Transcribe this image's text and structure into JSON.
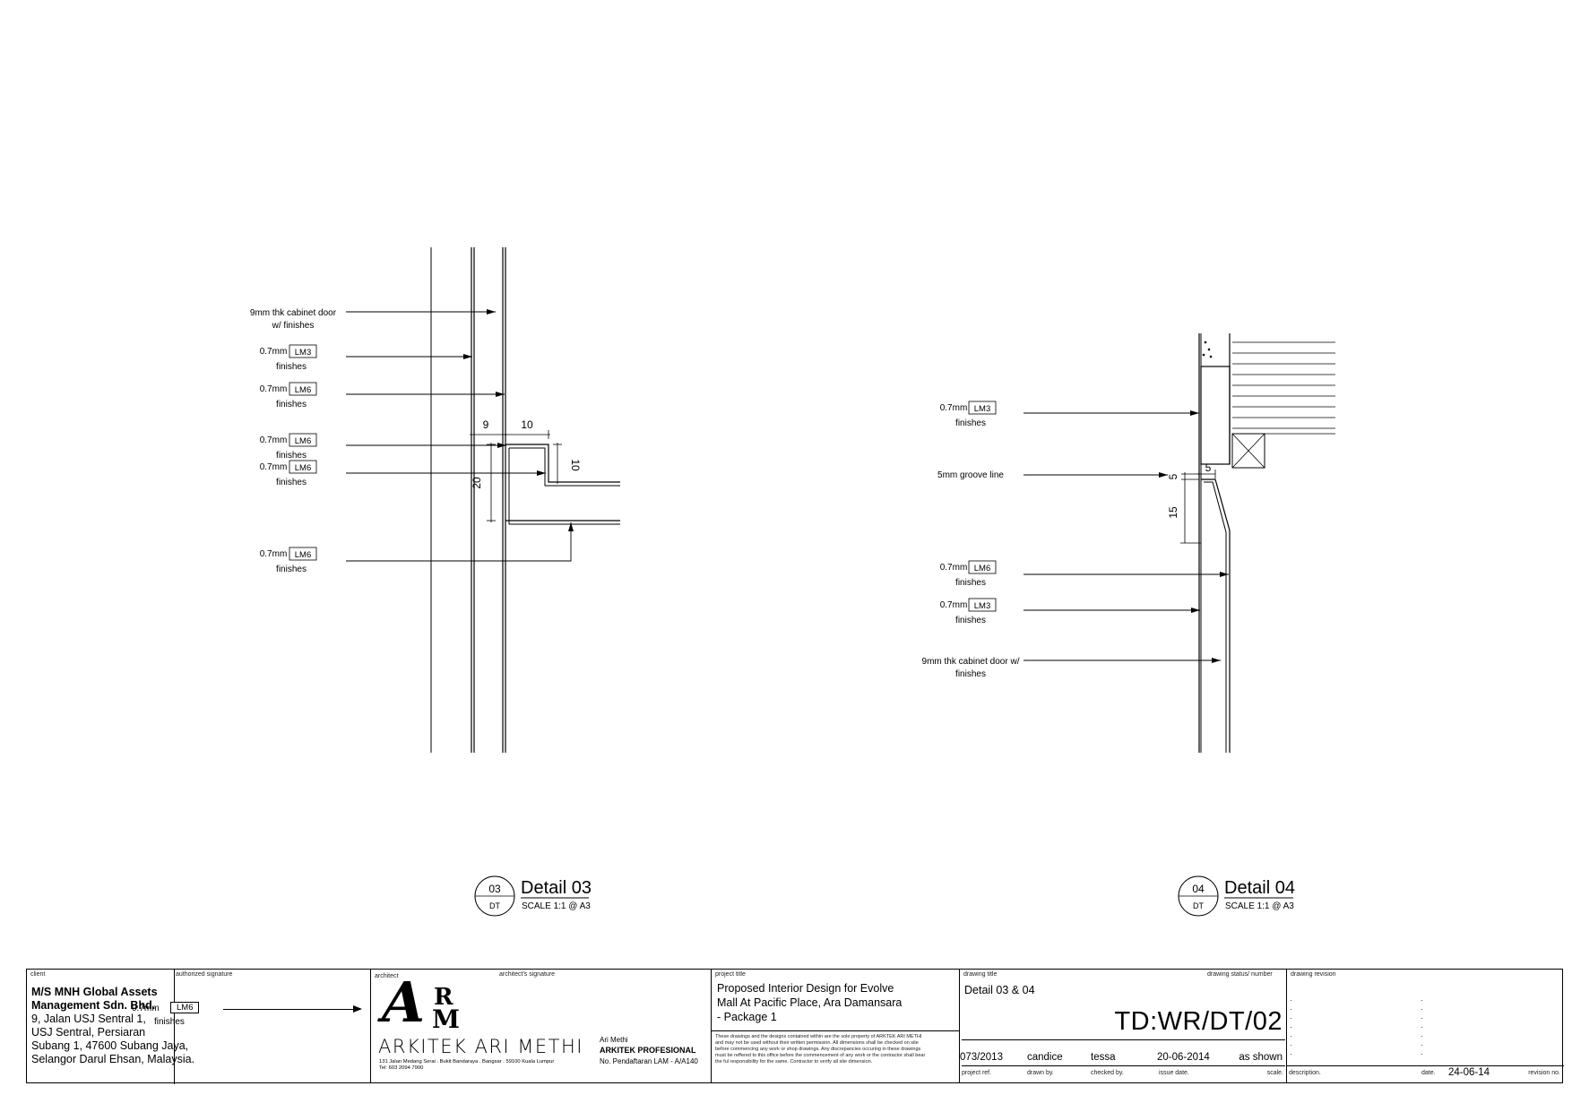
{
  "detail03": {
    "caption": "Detail 03",
    "circle_top": "03",
    "circle_bottom": "DT",
    "scale": "SCALE 1:1 @ A3",
    "callouts": [
      {
        "line1": "9mm thk cabinet door",
        "line2": "w/ finishes",
        "tag": ""
      },
      {
        "line1": "0.7mm",
        "line2": "finishes",
        "tag": "LM3"
      },
      {
        "line1": "0.7mm",
        "line2": "finishes",
        "tag": "LM6"
      },
      {
        "line1": "0.7mm",
        "line2": "finishes",
        "tag": "LM6"
      },
      {
        "line1": "0.7mm",
        "line2": "finishes",
        "tag": "LM6"
      },
      {
        "line1": "0.7mm",
        "line2": "finishes",
        "tag": "LM6"
      }
    ],
    "dimensions": [
      "9",
      "10",
      "10",
      "20"
    ]
  },
  "detail04": {
    "caption": "Detail 04",
    "circle_top": "04",
    "circle_bottom": "DT",
    "scale": "SCALE 1:1 @ A3",
    "callouts": [
      {
        "line1": "0.7mm",
        "line2": "finishes",
        "tag": "LM3"
      },
      {
        "line1": "5mm groove line",
        "line2": "",
        "tag": ""
      },
      {
        "line1": "0.7mm",
        "line2": "finishes",
        "tag": "LM6"
      },
      {
        "line1": "0.7mm",
        "line2": "finishes",
        "tag": "LM3"
      },
      {
        "line1": "9mm thk cabinet door w/",
        "line2": "finishes",
        "tag": ""
      }
    ],
    "dimensions": [
      "5",
      "5",
      "15"
    ]
  },
  "titleblock": {
    "labels": {
      "client": "client",
      "authorized_signature": "authorized signature",
      "architect": "architect",
      "architects_signature": "architect's signature",
      "project_title": "project title",
      "drawing_title": "drawing title",
      "drawing_status": "drawing status/ number",
      "drawing_revision": "drawing revision"
    },
    "client_name_1": "M/S MNH Global Assets",
    "client_name_2": "Management Sdn. Bhd.",
    "client_addr_1": "9, Jalan USJ Sentral 1,",
    "client_addr_2": "USJ Sentral, Persiaran",
    "client_addr_3": "Subang 1, 47600 Subang Jaya,",
    "client_addr_4": "Selangor Darul Ehsan, Malaysia.",
    "stray_callout": {
      "line1": "0.7mm",
      "tag": "LM6",
      "line2": "finishes"
    },
    "logo_letters": {
      "a": "A",
      "r": "R",
      "m": "M"
    },
    "firm_name": "ARKITEK ARI METHI",
    "firm_address_1": "131 Jalan Medang Serai . Bukit Bandaraya . Bangsar . 59100 Kuala Lumpur",
    "firm_address_2": "Tel: 603 2094 7900",
    "architect_name": "Ari Methi",
    "architect_title": "ARKITEK PROFESIONAL",
    "architect_reg": "No. Pendaftaran LAM - A/A140",
    "project_title_1": "Proposed Interior Design for Evolve",
    "project_title_2": "Mall At Pacific Place, Ara Damansara",
    "project_title_3": "- Package 1",
    "disclaimer_1": "These drawings and the designs contained within are the sole property of ARKTEK ARI METHI",
    "disclaimer_2": "and may not be used without their written permission. All dimensions shall be checked on site",
    "disclaimer_3": "before commencing any work or shop drawings. Any discrepancies occuring in these drawings",
    "disclaimer_4": "must be reffered to this office before the commencement of any work or the contractor shall bear",
    "disclaimer_5": "the ful responsibility for the same. Contractor to verify all site dimension.",
    "drawing_title": "Detail 03 & 04",
    "drawing_number": "TD:WR/DT/02",
    "fields": {
      "project_ref": {
        "value": "073/2013",
        "label": "project ref."
      },
      "drawn_by": {
        "value": "candice",
        "label": "drawn by."
      },
      "checked_by": {
        "value": "tessa",
        "label": "checked by."
      },
      "issue_date": {
        "value": "20-06-2014",
        "label": "issue date."
      },
      "scale": {
        "value": "as shown",
        "label": "scale."
      }
    },
    "revision": {
      "description_label": "description.",
      "date_label": "date.",
      "date_value": "24-06-14",
      "revision_label": "revision no."
    }
  }
}
